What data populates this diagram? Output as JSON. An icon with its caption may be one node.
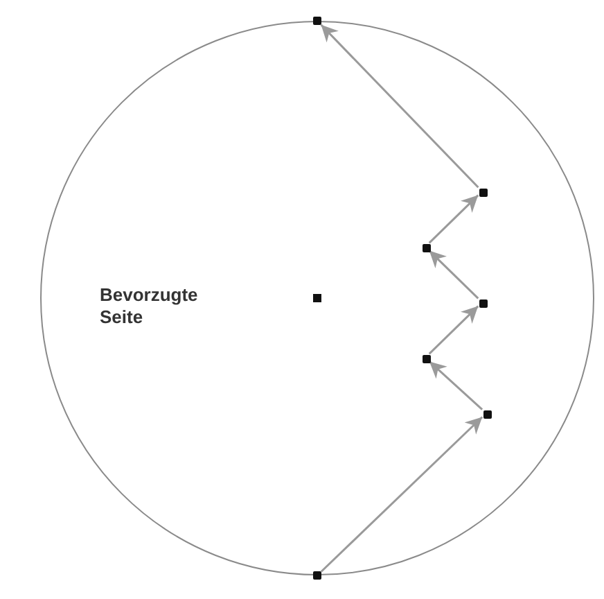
{
  "diagram": {
    "nodes": [
      {
        "text": [],
        "shape": "circle"
      },
      {
        "text": [],
        "shape": "dot"
      },
      {
        "text": [],
        "shape": "dot",
        "in": 0
      },
      {
        "text": [],
        "shape": "dot",
        "in": 0
      },
      {
        "text": [],
        "shape": "dot",
        "in": 0
      },
      {
        "text": [],
        "shape": "dot",
        "in": 0
      },
      {
        "text": [],
        "shape": "dot",
        "in": 0
      },
      {
        "text": [],
        "shape": "dot"
      }
    ],
    "edges": [
      {
        "from": 7,
        "to": 6,
        "arrow": "to"
      },
      {
        "from": 6,
        "to": 5,
        "arrow": "to"
      },
      {
        "from": 5,
        "to": 4,
        "arrow": "to"
      },
      {
        "from": 4,
        "to": 3,
        "arrow": "to"
      },
      {
        "from": 3,
        "to": 2,
        "arrow": "to"
      },
      {
        "from": 2,
        "to": 1,
        "arrow": "to"
      }
    ],
    "labels": [
      "Bevorzugte Seite"
    ]
  }
}
